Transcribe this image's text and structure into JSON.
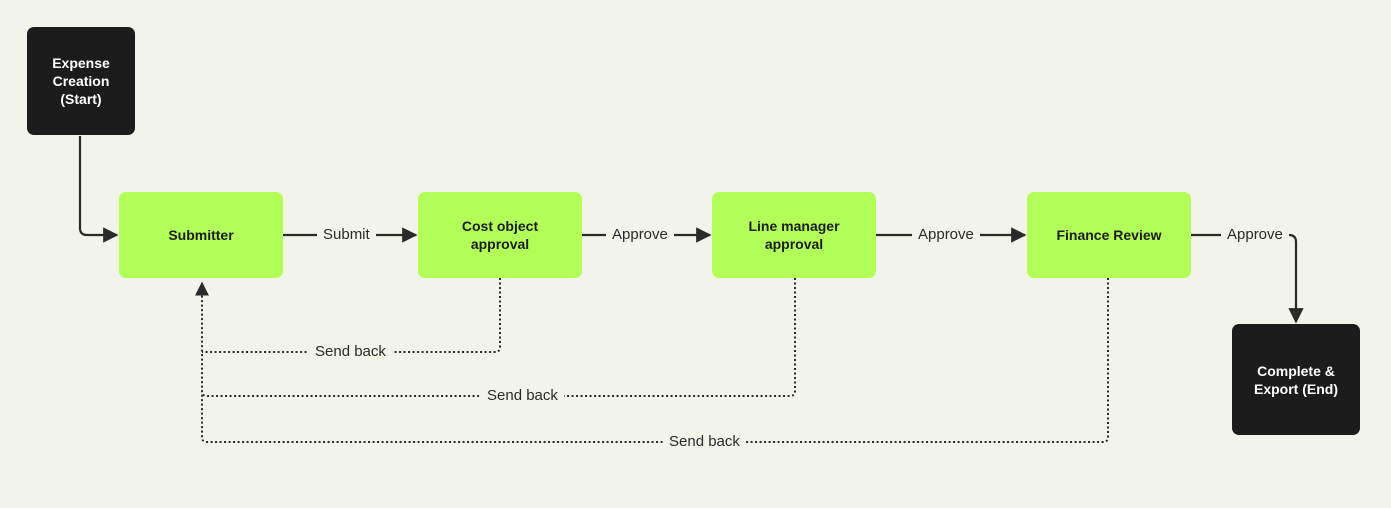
{
  "nodes": {
    "expense_creation": "Expense\nCreation\n(Start)",
    "submitter": "Submitter",
    "cost_object": "Cost object\napproval",
    "line_manager": "Line manager\napproval",
    "finance_review": "Finance Review",
    "complete": "Complete &\nExport  (End)"
  },
  "edges": {
    "submit": "Submit",
    "approve_1": "Approve",
    "approve_2": "Approve",
    "approve_3": "Approve",
    "send_back_1": "Send back",
    "send_back_2": "Send back",
    "send_back_3": "Send back"
  },
  "colors": {
    "dark_node": "#1c1c1c",
    "green_node": "#b3ff5a",
    "background": "#f2f4e9",
    "line": "#2a2a2a"
  }
}
